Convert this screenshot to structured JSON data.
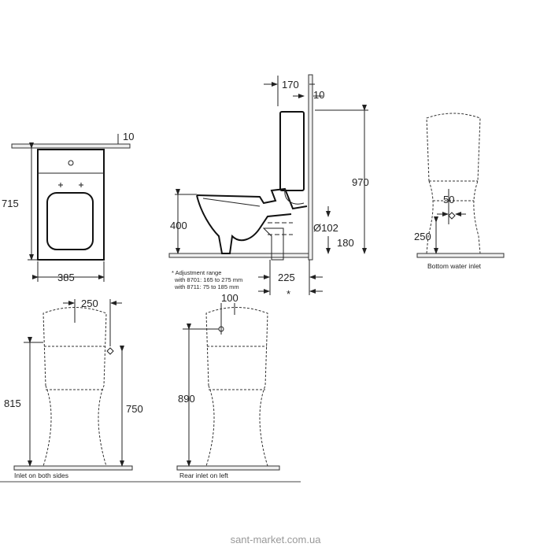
{
  "views": {
    "top": {
      "dim_wall_gap": "10",
      "dim_length": "715",
      "dim_width": "385"
    },
    "side": {
      "dim_tank_depth": "170",
      "dim_wall_gap": "10",
      "dim_height": "970",
      "dim_seat_height": "400",
      "dim_outlet_diameter": "Ø102",
      "dim_outlet_height": "180",
      "dim_outlet_distance": "225",
      "dim_asterisk": "*",
      "note_title": "* Adjustment range",
      "note_line1": "with 8701: 165 to 275 mm",
      "note_line2": "with 8711:  75 to 185 mm"
    },
    "bottom_inlet": {
      "dim_offset": "50",
      "dim_height": "250",
      "caption": "Bottom water inlet"
    },
    "side_inlet": {
      "dim_offset": "250",
      "dim_total": "815",
      "dim_inlet_height": "750",
      "caption": "Inlet on both sides"
    },
    "rear_inlet": {
      "dim_offset": "100",
      "dim_inlet_height": "890",
      "caption": "Rear inlet on left"
    }
  },
  "watermark": "sant-market.com.ua"
}
